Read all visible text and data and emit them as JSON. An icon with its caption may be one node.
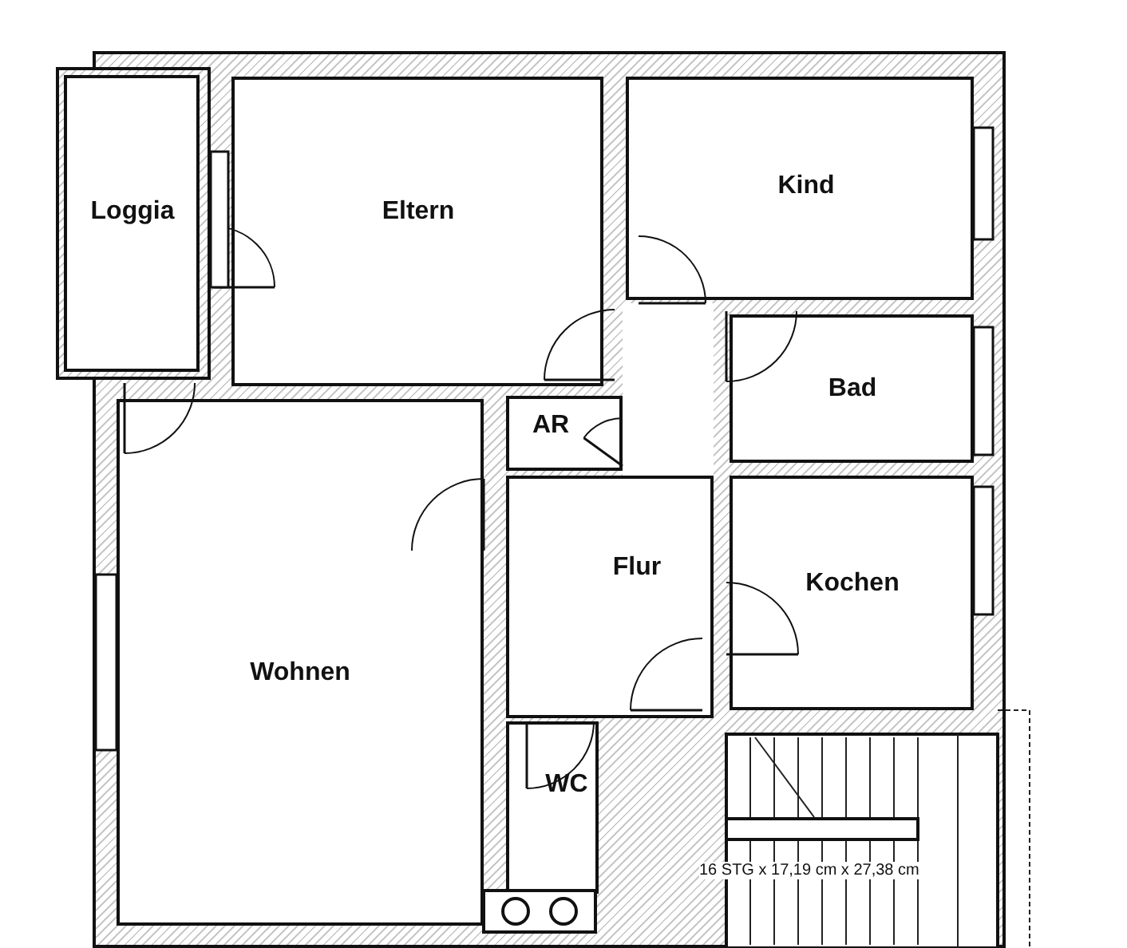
{
  "diagram": {
    "nodes": [
      {
        "text": [
          "Loggia"
        ]
      },
      {
        "text": [
          "Eltern"
        ]
      },
      {
        "text": [
          "Kind"
        ]
      },
      {
        "text": [
          "Bad"
        ]
      },
      {
        "text": [
          "AR"
        ]
      },
      {
        "text": [
          "Flur"
        ]
      },
      {
        "text": [
          "Kochen"
        ]
      },
      {
        "text": [
          "Wohnen"
        ]
      },
      {
        "text": [
          "WC"
        ]
      }
    ],
    "labels": [
      "16 STG x 17,19 cm x 27,38 cm"
    ]
  }
}
